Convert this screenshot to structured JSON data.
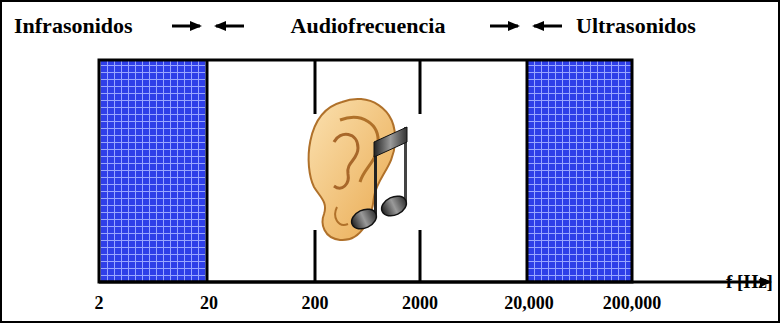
{
  "diagram": {
    "labels": [
      "Infrasonidos",
      "Audiofrecuencia",
      "Ultrasonidos",
      "f [Hz]",
      "2",
      "20",
      "200",
      "2000",
      "20,000",
      "200,000"
    ]
  }
}
